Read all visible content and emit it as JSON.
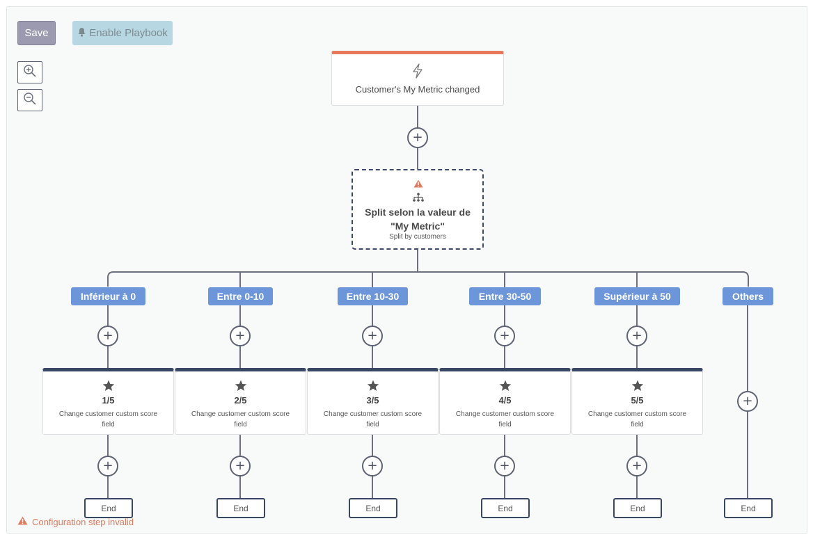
{
  "toolbar": {
    "save_label": "Save",
    "enable_label": "Enable Playbook",
    "enable_icon": "bell-icon",
    "zoom_in_icon": "zoom-in-icon",
    "zoom_out_icon": "zoom-out-icon"
  },
  "trigger": {
    "label": "Customer's My Metric changed",
    "icon": "lightning-icon",
    "accent": "#e8795a"
  },
  "split": {
    "warning_icon": "warning-icon",
    "icon": "hierarchy-icon",
    "title": "Split selon la valeur de \"My Metric\"",
    "subtitle": "Split by customers"
  },
  "branches": [
    {
      "label": "Inférieur à 0",
      "action": {
        "title": "1/5",
        "desc": "Change customer custom score field"
      },
      "end": "End"
    },
    {
      "label": "Entre 0-10",
      "action": {
        "title": "2/5",
        "desc": "Change customer custom score field"
      },
      "end": "End"
    },
    {
      "label": "Entre 10-30",
      "action": {
        "title": "3/5",
        "desc": "Change customer custom score field"
      },
      "end": "End"
    },
    {
      "label": "Entre 30-50",
      "action": {
        "title": "4/5",
        "desc": "Change customer custom score field"
      },
      "end": "End"
    },
    {
      "label": "Supérieur à 50",
      "action": {
        "title": "5/5",
        "desc": "Change customer custom score field"
      },
      "end": "End"
    },
    {
      "label": "Others",
      "end": "End"
    }
  ],
  "plus_symbol": "+",
  "error": {
    "icon": "warning-icon",
    "text": "Configuration step invalid"
  },
  "colors": {
    "branch_label": "#6c96d9",
    "action_accent": "#3a4764",
    "error": "#e07a5f"
  }
}
